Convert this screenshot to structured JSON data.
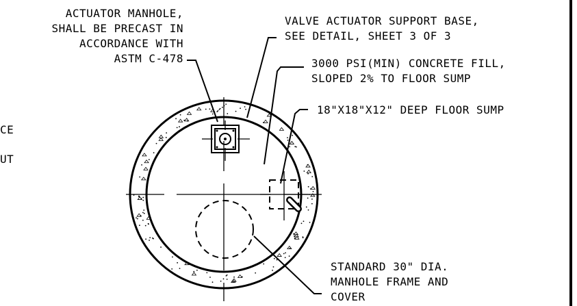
{
  "labels": {
    "actuator_manhole": [
      "ACTUATOR MANHOLE,",
      "SHALL BE PRECAST IN",
      "ACCORDANCE WITH",
      "ASTM C-478"
    ],
    "support_base": [
      "VALVE ACTUATOR SUPPORT BASE,",
      "SEE DETAIL, SHEET 3 OF 3"
    ],
    "concrete_fill": [
      "3000 PSI(MIN) CONCRETE FILL,",
      "SLOPED 2% TO FLOOR SUMP"
    ],
    "floor_sump": [
      "18\"X18\"X12\" DEEP FLOOR SUMP"
    ],
    "frame_cover": [
      "STANDARD 30\" DIA.",
      "MANHOLE FRAME AND",
      "COVER"
    ],
    "cutoff_left": [
      "CE",
      "UT"
    ]
  }
}
